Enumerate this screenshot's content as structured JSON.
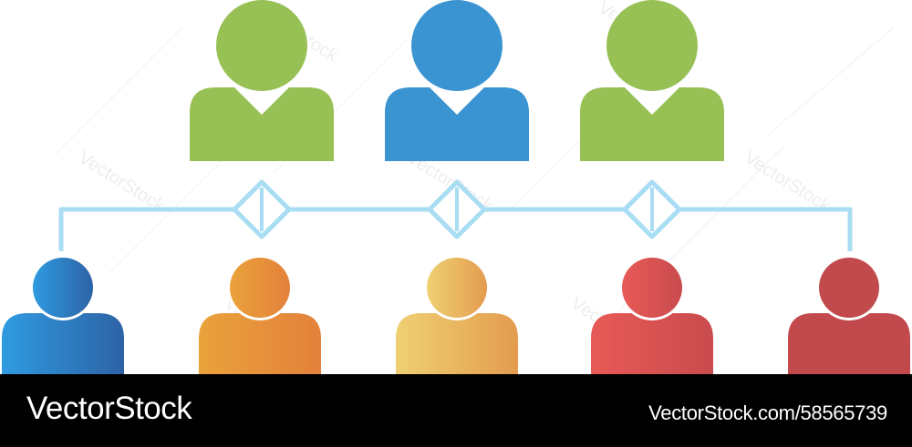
{
  "watermark": {
    "text": "VectorStock"
  },
  "footer": {
    "brand": "VectorStock",
    "url": "VectorStock.com/58565739"
  },
  "colors": {
    "connector": "#a9ddf3",
    "shoulder_cutout": "#ffffff",
    "footer_bg": "#000000"
  },
  "top_people": [
    {
      "name": "top-left-person",
      "fill": "#97c055"
    },
    {
      "name": "top-center-person",
      "fill": "#3a94d1"
    },
    {
      "name": "top-right-person",
      "fill": "#97c055"
    }
  ],
  "bottom_people": [
    {
      "name": "bottom-person-1",
      "fill_from": "#2f9be0",
      "fill_to": "#2d62a6"
    },
    {
      "name": "bottom-person-2",
      "fill_from": "#eaa23b",
      "fill_to": "#e3813b"
    },
    {
      "name": "bottom-person-3",
      "fill_from": "#efd072",
      "fill_to": "#e39c4f"
    },
    {
      "name": "bottom-person-4",
      "fill_from": "#e85a57",
      "fill_to": "#c94b4d"
    },
    {
      "name": "bottom-person-5",
      "fill_from": "#c24a4d",
      "fill_to": "#c24a4d"
    }
  ]
}
